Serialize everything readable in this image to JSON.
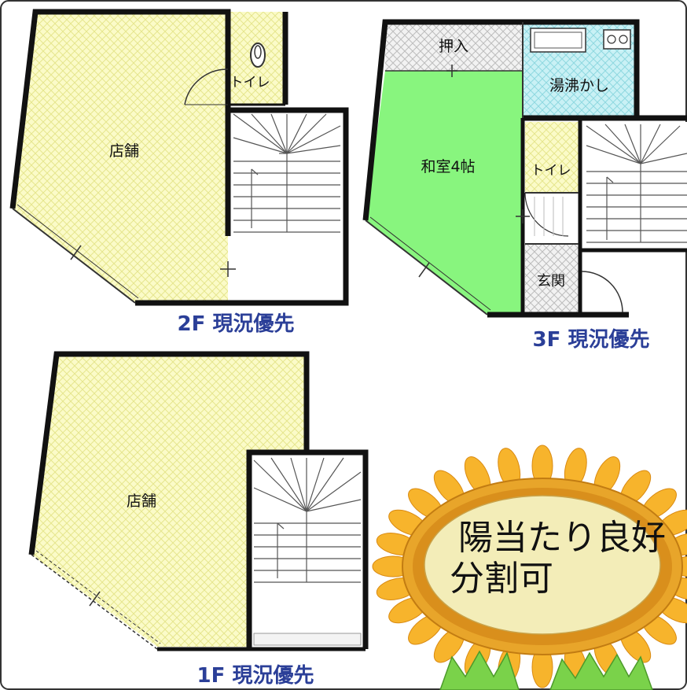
{
  "floor2": {
    "room_shop": "店舗",
    "room_toilet": "トイレ",
    "caption": "2F 現況優先"
  },
  "floor3": {
    "room_closet": "押入",
    "room_kitchen": "湯沸かし",
    "room_washitsu": "和室4帖",
    "room_toilet": "トイレ",
    "room_entrance": "玄関",
    "caption": "3F 現況優先"
  },
  "floor1": {
    "room_shop": "店舗",
    "caption": "1F 現況優先"
  },
  "callout": {
    "line1": "陽当たり良好",
    "line2": "分割可"
  },
  "colors": {
    "wall": "#111111",
    "shop_fill": "#fbfbc8",
    "washitsu_fill": "#88f57e",
    "wet_fill": "#c9f1f5",
    "closet_fill": "#ebebeb",
    "caption": "#2b3f98",
    "petal": "#f7b42c",
    "oval": "#f3edb8"
  }
}
